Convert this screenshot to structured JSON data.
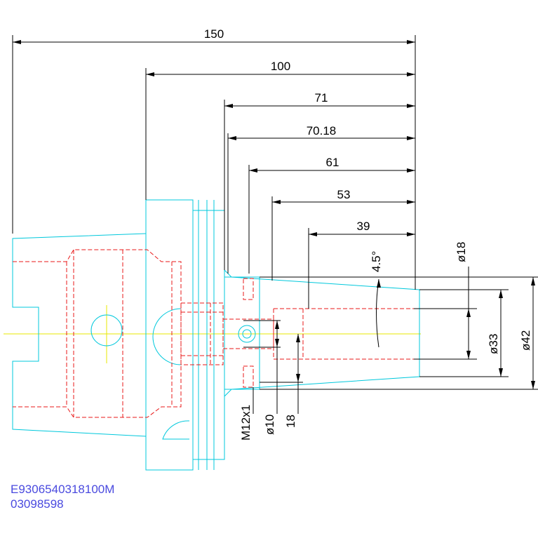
{
  "dimensions": {
    "d150": "150",
    "d100": "100",
    "d71": "71",
    "d7018": "70.18",
    "d61": "61",
    "d53": "53",
    "d39": "39",
    "angle": "4.5°",
    "dia18": "ø18",
    "dia33": "ø33",
    "dia42": "ø42",
    "thread": "M12x1",
    "dia10": "ø10",
    "len18": "18"
  },
  "reference": {
    "part_number": "E9306540318100M",
    "code": "03098598"
  },
  "colors": {
    "outline": "#00c8dc",
    "hidden": "#e81818",
    "centerline": "#e8e800",
    "dimension": "#000000",
    "reference_text": "#4a4adf"
  }
}
